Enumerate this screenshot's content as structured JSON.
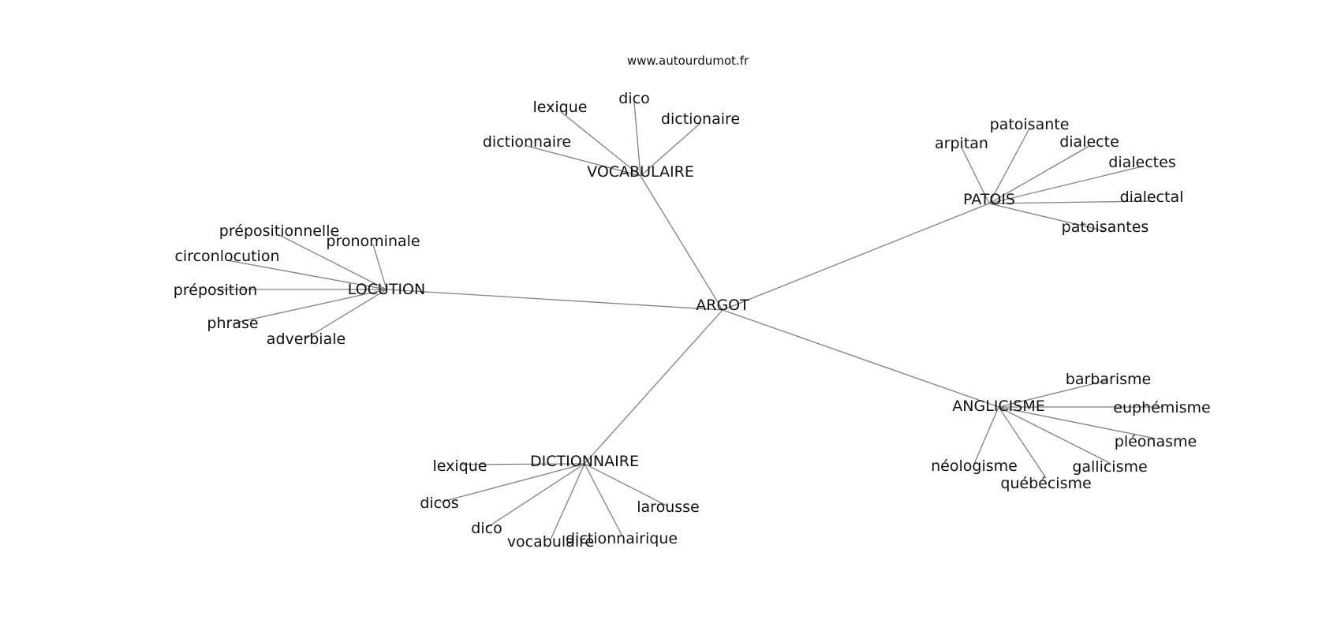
{
  "watermark": "www.autourdumot.fr",
  "center": "ARGOT",
  "clusters": [
    {
      "hub": "VOCABULAIRE",
      "leaves": [
        "lexique",
        "dico",
        "dictionaire",
        "dictionnaire"
      ]
    },
    {
      "hub": "PATOIS",
      "leaves": [
        "arpitan",
        "patoisante",
        "dialecte",
        "dialectes",
        "dialectal",
        "patoisantes"
      ]
    },
    {
      "hub": "LOCUTION",
      "leaves": [
        "prépositionnelle",
        "pronominale",
        "circonlocution",
        "préposition",
        "phrase",
        "adverbiale"
      ]
    },
    {
      "hub": "ANGLICISME",
      "leaves": [
        "barbarisme",
        "euphémisme",
        "pléonasme",
        "gallicisme",
        "québécisme",
        "néologisme"
      ]
    },
    {
      "hub": "DICTIONNAIRE",
      "leaves": [
        "lexique",
        "dicos",
        "dico",
        "vocabulaire",
        "dictionnairique",
        "larousse"
      ]
    }
  ]
}
